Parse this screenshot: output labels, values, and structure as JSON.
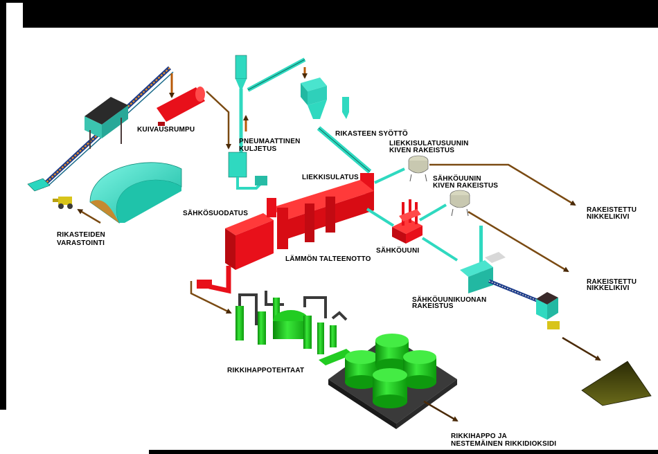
{
  "labels": {
    "kuivausrumpu": "KUIVAUSRUMPU",
    "pneumaattinen_1": "PNEUMAATTINEN",
    "pneumaattinen_2": "KULJETUS",
    "rikasteen_syotto": "RIKASTEEN SYÖTTÖ",
    "liekkisulatusuunin_1": "LIEKKISULATUSUUNIN",
    "liekkisulatusuunin_2": "KIVEN RAKEISTUS",
    "liekkisulatus": "LIEKKISULATUS",
    "sahkouunin_1": "SÄHKÖUUNIN",
    "sahkouunin_2": "KIVEN RAKEISTUS",
    "rakeistettu_1a": "RAKEISTETTU",
    "rakeistettu_1b": "NIKKELIKIVI",
    "sahkosuodatus": "SÄHKÖSUODATUS",
    "rikasteiden_1": "RIKASTEIDEN",
    "rikasteiden_2": "VARASTOINTI",
    "lammon_talteenotto": "LÄMMÖN TALTEENOTTO",
    "sahkouuni": "SÄHKÖUUNI",
    "rakeistettu_2a": "RAKEISTETTU",
    "rakeistettu_2b": "NIKKELIKIVI",
    "kuonan_1": "SÄHKÖUUNIKUONAN",
    "kuonan_2": "RAKEISTUS",
    "rikkihappotehtaat": "RIKKIHAPPOTEHTAAT",
    "rikkihappo_1": "RIKKIHAPPO JA",
    "rikkihappo_2": "NESTEMÄINEN RIKKIDIOKSIDI"
  },
  "colors": {
    "frame": "#000000",
    "equipment_teal": "#2fd9c0",
    "smelter_red": "#e8101a",
    "acid_plant_green": "#22cc22",
    "flow_arrow_brown": "#7a4a12",
    "conveyor_orange": "#d48a2a",
    "storage_hall": "#2ee0c8",
    "granulate_olive": "#4a4a10"
  }
}
